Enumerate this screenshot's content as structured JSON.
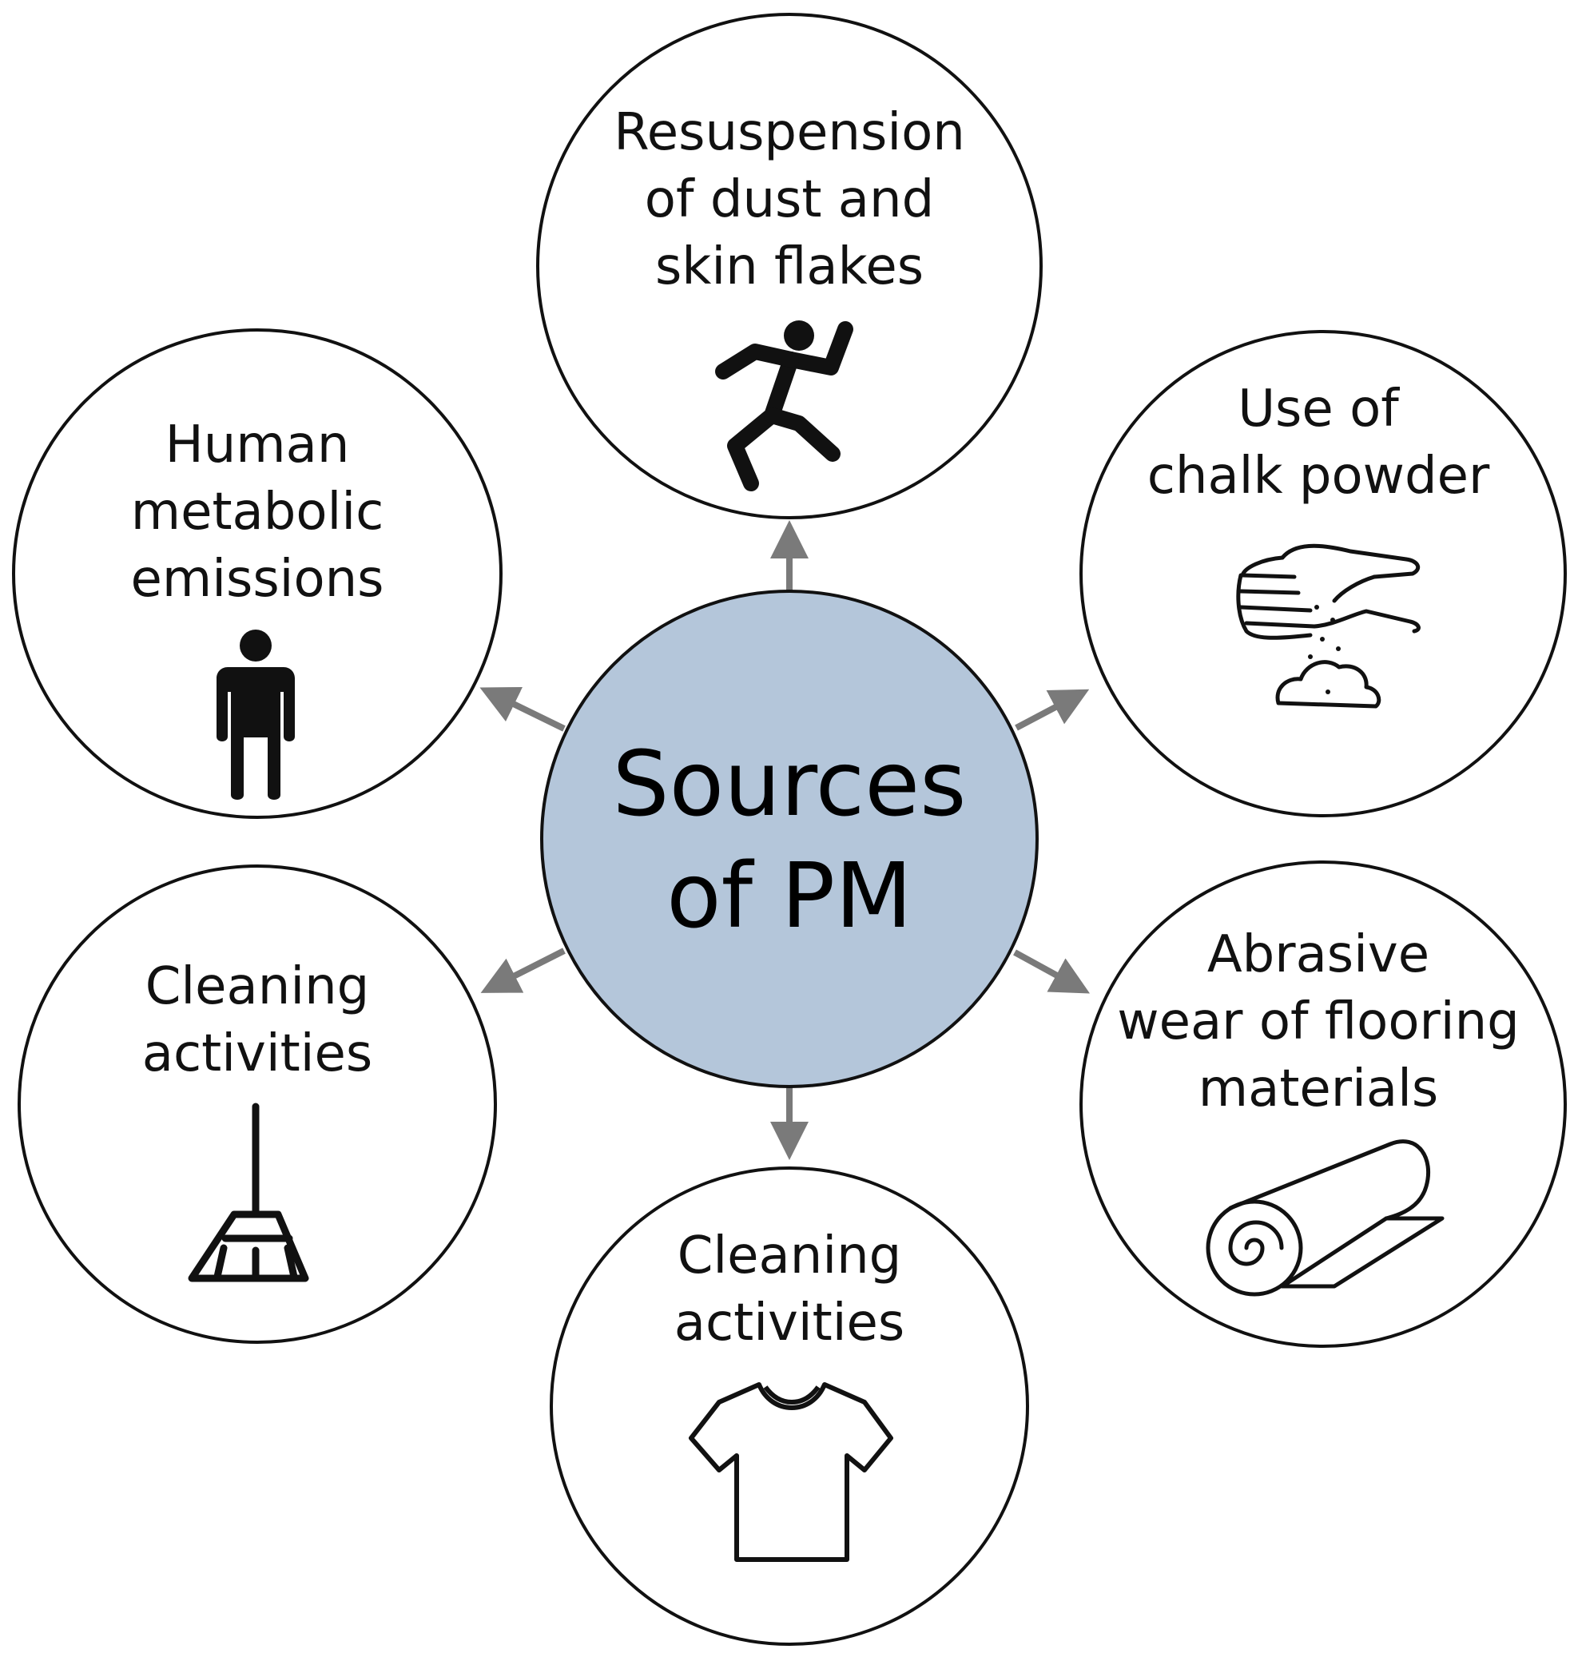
{
  "center": {
    "line1": "Sources",
    "line2": "of PM",
    "fill_color": "#b4c6da"
  },
  "arrow_color": "#7a7a7a",
  "nodes": [
    {
      "id": "resuspension",
      "lines": [
        "Resuspension",
        "of dust and",
        "skin flakes"
      ],
      "icon": "running-person-icon"
    },
    {
      "id": "chalk",
      "lines": [
        "Use of",
        "chalk powder"
      ],
      "icon": "hand-chalk-powder-icon"
    },
    {
      "id": "flooring",
      "lines": [
        "Abrasive",
        "wear of flooring",
        "materials"
      ],
      "icon": "rolled-carpet-icon"
    },
    {
      "id": "clothing",
      "lines": [
        "Cleaning",
        "activities"
      ],
      "icon": "t-shirt-icon"
    },
    {
      "id": "cleaning",
      "lines": [
        "Cleaning",
        "activities"
      ],
      "icon": "broom-icon"
    },
    {
      "id": "metabolic",
      "lines": [
        "Human",
        "metabolic",
        "emissions"
      ],
      "icon": "standing-person-icon"
    }
  ]
}
